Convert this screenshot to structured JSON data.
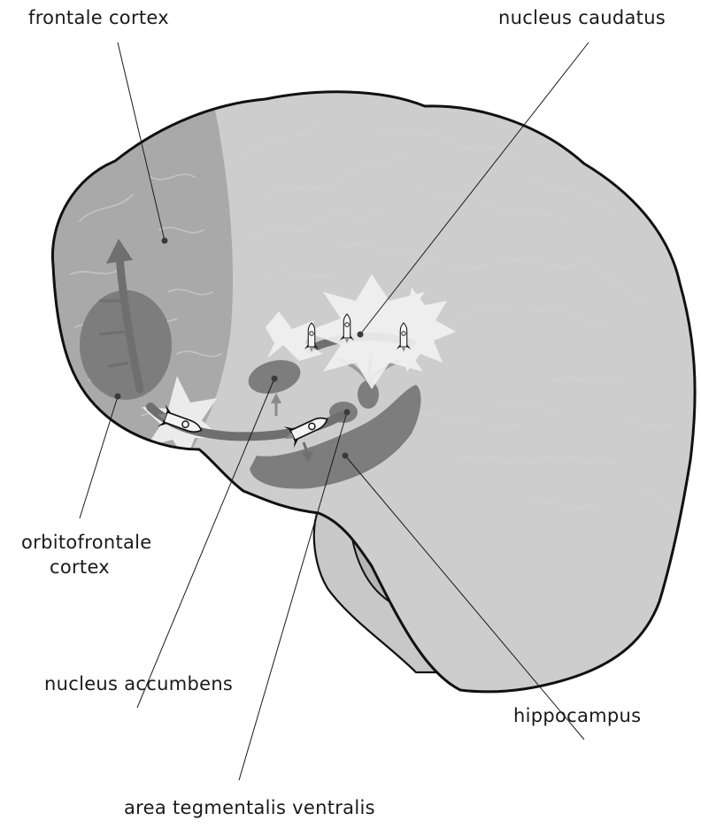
{
  "labels": {
    "frontal_cortex": "frontale cortex",
    "nucleus_caudatus": "nucleus caudatus",
    "orbitofrontal_line1": "orbitofrontale",
    "orbitofrontal_line2": "cortex",
    "nucleus_accumbens": "nucleus accumbens",
    "hippocampus": "hippocampus",
    "vta": "area tegmentalis ventralis"
  },
  "colors": {
    "brain_fill": "#cdcdcd",
    "frontal_region": "#a9a9a9",
    "structures": "#7d7d7d",
    "pathway": "#6f6f6f",
    "outline": "#111111"
  },
  "icons": [
    "rocket-icon",
    "burst-icon",
    "arrow-icon"
  ]
}
